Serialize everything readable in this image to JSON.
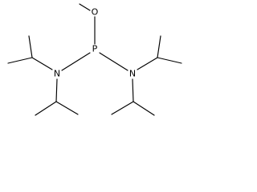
{
  "molecule": {
    "atoms": {
      "oxygen": "O",
      "phosphorus": "P",
      "nitrogen_left": "N",
      "nitrogen_right": "N"
    },
    "colors": {
      "bond": "#000000",
      "label": "#000000",
      "background": "#ffffff"
    }
  }
}
